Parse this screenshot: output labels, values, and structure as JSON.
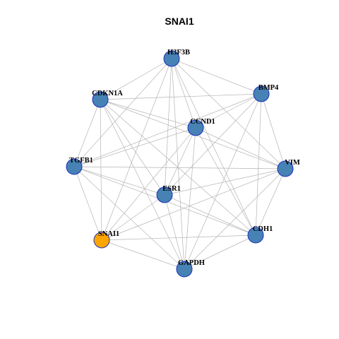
{
  "title": "SNAI1",
  "colors": {
    "node_default": "#4682b4",
    "node_highlight": "#ffa500",
    "node_border": "#1f2fbf",
    "edge": "#b4b4b4"
  },
  "nodes": [
    {
      "id": "H3F3B",
      "label": "H3F3B",
      "highlight": false
    },
    {
      "id": "BMP4",
      "label": "BMP4",
      "highlight": false
    },
    {
      "id": "CDKN1A",
      "label": "CDKN1A",
      "highlight": false
    },
    {
      "id": "CCND1",
      "label": "CCND1",
      "highlight": false
    },
    {
      "id": "TGFB1",
      "label": "TGFB1",
      "highlight": false
    },
    {
      "id": "VIM",
      "label": "VIM",
      "highlight": false
    },
    {
      "id": "ESR1",
      "label": "ESR1",
      "highlight": false
    },
    {
      "id": "SNAI1",
      "label": "SNAI1",
      "highlight": true
    },
    {
      "id": "CDH1",
      "label": "CDH1",
      "highlight": false
    },
    {
      "id": "GAPDH",
      "label": "GAPDH",
      "highlight": false
    }
  ],
  "edges": [
    [
      "H3F3B",
      "BMP4"
    ],
    [
      "H3F3B",
      "CDKN1A"
    ],
    [
      "H3F3B",
      "CCND1"
    ],
    [
      "H3F3B",
      "TGFB1"
    ],
    [
      "H3F3B",
      "VIM"
    ],
    [
      "H3F3B",
      "ESR1"
    ],
    [
      "H3F3B",
      "SNAI1"
    ],
    [
      "H3F3B",
      "CDH1"
    ],
    [
      "H3F3B",
      "GAPDH"
    ],
    [
      "BMP4",
      "CDKN1A"
    ],
    [
      "BMP4",
      "CCND1"
    ],
    [
      "BMP4",
      "TGFB1"
    ],
    [
      "BMP4",
      "VIM"
    ],
    [
      "BMP4",
      "ESR1"
    ],
    [
      "BMP4",
      "CDH1"
    ],
    [
      "BMP4",
      "GAPDH"
    ],
    [
      "CDKN1A",
      "CCND1"
    ],
    [
      "CDKN1A",
      "TGFB1"
    ],
    [
      "CDKN1A",
      "VIM"
    ],
    [
      "CDKN1A",
      "ESR1"
    ],
    [
      "CDKN1A",
      "SNAI1"
    ],
    [
      "CDKN1A",
      "CDH1"
    ],
    [
      "CDKN1A",
      "GAPDH"
    ],
    [
      "CCND1",
      "TGFB1"
    ],
    [
      "CCND1",
      "VIM"
    ],
    [
      "CCND1",
      "ESR1"
    ],
    [
      "CCND1",
      "SNAI1"
    ],
    [
      "CCND1",
      "CDH1"
    ],
    [
      "CCND1",
      "GAPDH"
    ],
    [
      "TGFB1",
      "VIM"
    ],
    [
      "TGFB1",
      "ESR1"
    ],
    [
      "TGFB1",
      "SNAI1"
    ],
    [
      "TGFB1",
      "CDH1"
    ],
    [
      "TGFB1",
      "GAPDH"
    ],
    [
      "VIM",
      "ESR1"
    ],
    [
      "VIM",
      "SNAI1"
    ],
    [
      "VIM",
      "CDH1"
    ],
    [
      "VIM",
      "GAPDH"
    ],
    [
      "ESR1",
      "SNAI1"
    ],
    [
      "ESR1",
      "CDH1"
    ],
    [
      "ESR1",
      "GAPDH"
    ],
    [
      "SNAI1",
      "CDH1"
    ],
    [
      "SNAI1",
      "GAPDH"
    ],
    [
      "CDH1",
      "GAPDH"
    ]
  ]
}
